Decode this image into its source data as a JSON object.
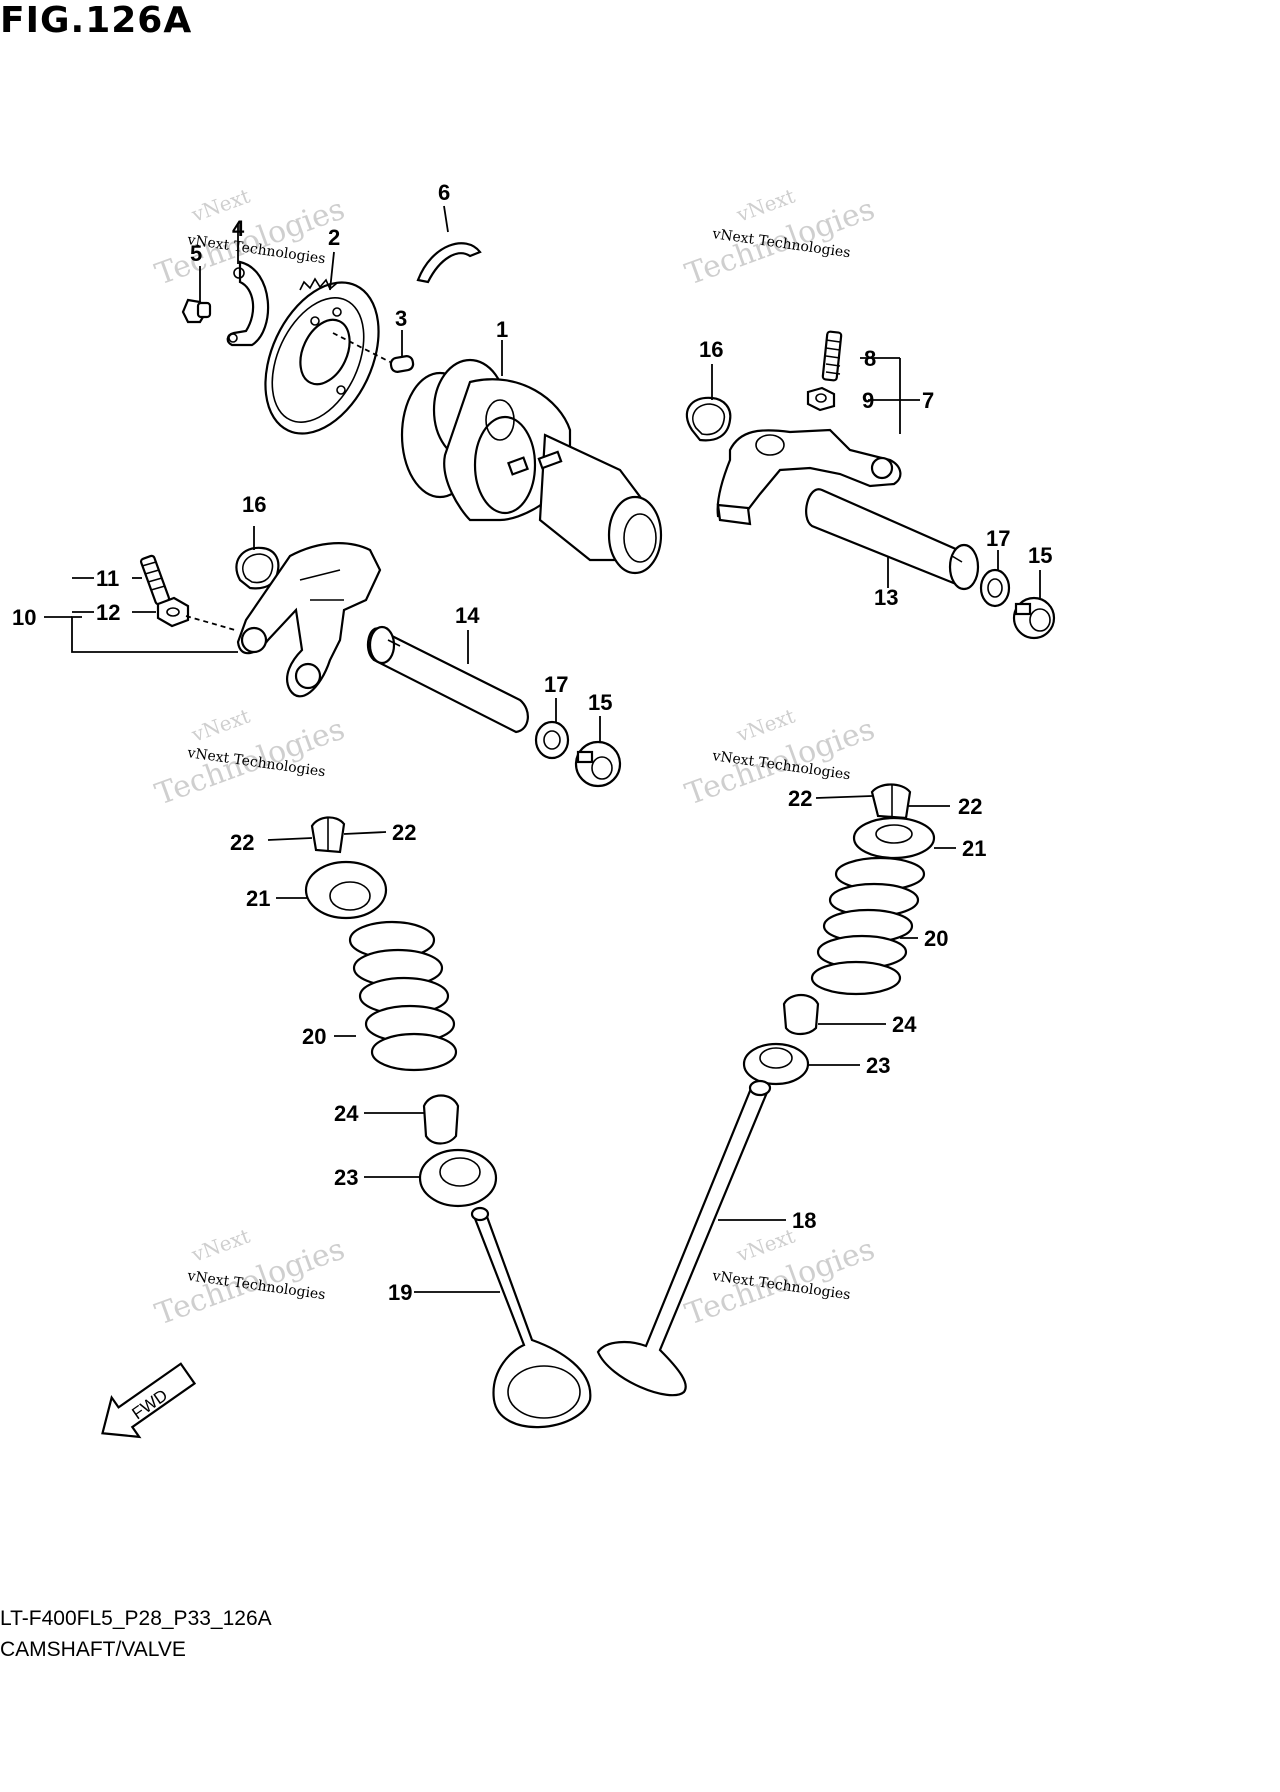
{
  "figure": {
    "title": "FIG.126A",
    "code": "LT-F400FL5_P28_P33_126A",
    "name": "CAMSHAFT/VALVE"
  },
  "watermark": {
    "small": "vNext Technologies",
    "large_top": "vNext",
    "large_bottom": "Technologies"
  },
  "fwd_label": "FWD",
  "callouts": {
    "c1": "1",
    "c2": "2",
    "c3": "3",
    "c4": "4",
    "c5": "5",
    "c6": "6",
    "c7": "7",
    "c8": "8",
    "c9": "9",
    "c10": "10",
    "c11": "11",
    "c12": "12",
    "c13": "13",
    "c14": "14",
    "c15a": "15",
    "c15b": "15",
    "c16a": "16",
    "c16b": "16",
    "c17a": "17",
    "c17b": "17",
    "c18": "18",
    "c19": "19",
    "c20a": "20",
    "c20b": "20",
    "c21a": "21",
    "c21b": "21",
    "c22a": "22",
    "c22b": "22",
    "c22c": "22",
    "c22d": "22",
    "c23a": "23",
    "c23b": "23",
    "c24a": "24",
    "c24b": "24"
  },
  "colors": {
    "line": "#000000",
    "watermark": "#cfcfcf",
    "background": "#ffffff"
  }
}
